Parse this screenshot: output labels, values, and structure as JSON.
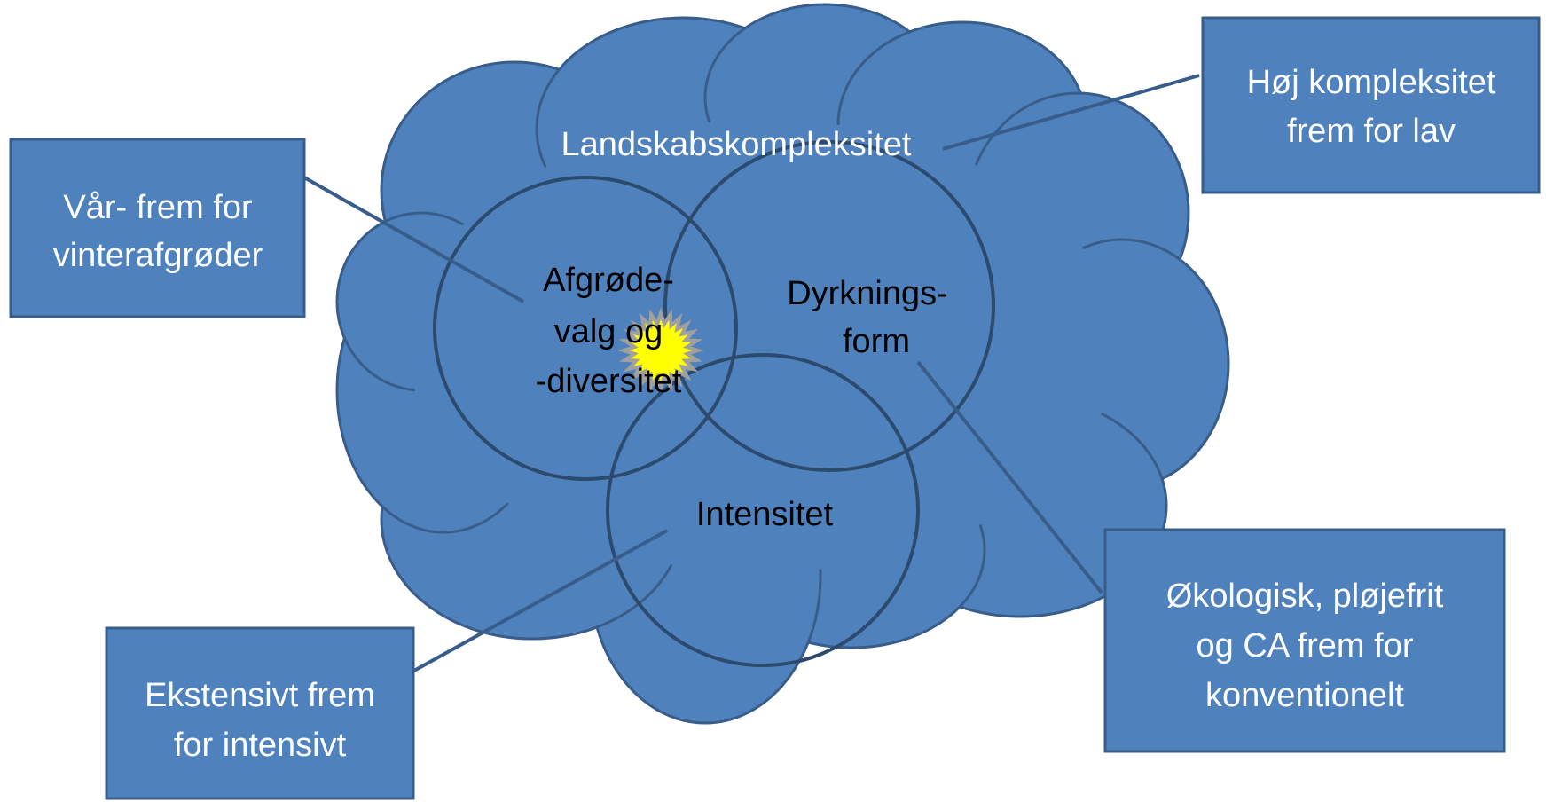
{
  "cloud": {
    "title": "Landskabskompleksitet"
  },
  "circles": {
    "crop": {
      "line1": "Afgrøde-",
      "line2": "valg og",
      "line3": "-diversitet"
    },
    "cultivation": {
      "line1": "Dyrknings-",
      "line2": "form"
    },
    "intensity": {
      "line1": "Intensitet"
    }
  },
  "callouts": {
    "spring": {
      "line1": "Vår- frem for",
      "line2": "vinterafgrøder"
    },
    "complexity": {
      "line1": "Høj kompleksitet",
      "line2": "frem for lav"
    },
    "extensive": {
      "line1": "Ekstensivt frem",
      "line2": "for intensivt"
    },
    "organic": {
      "line1": "Økologisk, pløjefrit",
      "line2": "og CA frem for",
      "line3": "konventionelt"
    }
  },
  "colors": {
    "fill": "#4f81bd",
    "outline": "#385d8a",
    "circle_outline": "#2c4a6e",
    "star": "#ffff00",
    "star_edge": "#a0a0a0"
  },
  "icons": {
    "center_marker": "sun-star-icon"
  }
}
